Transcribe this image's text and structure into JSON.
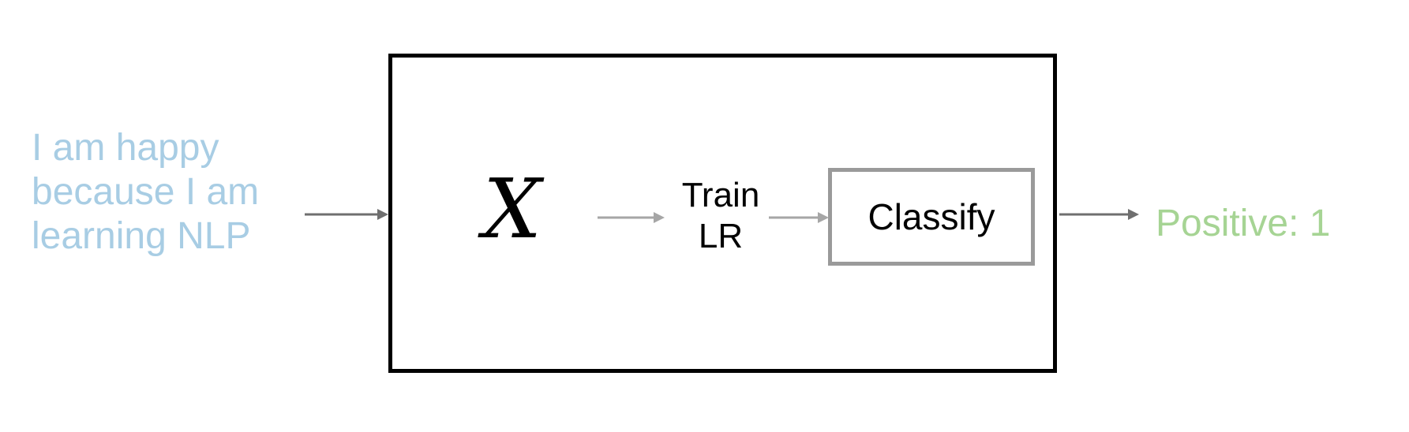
{
  "input_text": {
    "lines": [
      "I am happy",
      "because I am",
      "learning NLP"
    ],
    "color": "#a8cde4"
  },
  "model": {
    "symbol": "X",
    "train_label": [
      "Train",
      "LR"
    ],
    "classify_label": "Classify"
  },
  "output": {
    "text": "Positive: 1",
    "color": "#a6d494"
  },
  "colors": {
    "box_border": "#000000",
    "classify_border": "#9a9a9a",
    "outer_arrow": "#6f6f6f",
    "inner_arrow": "#a6a6a6"
  }
}
